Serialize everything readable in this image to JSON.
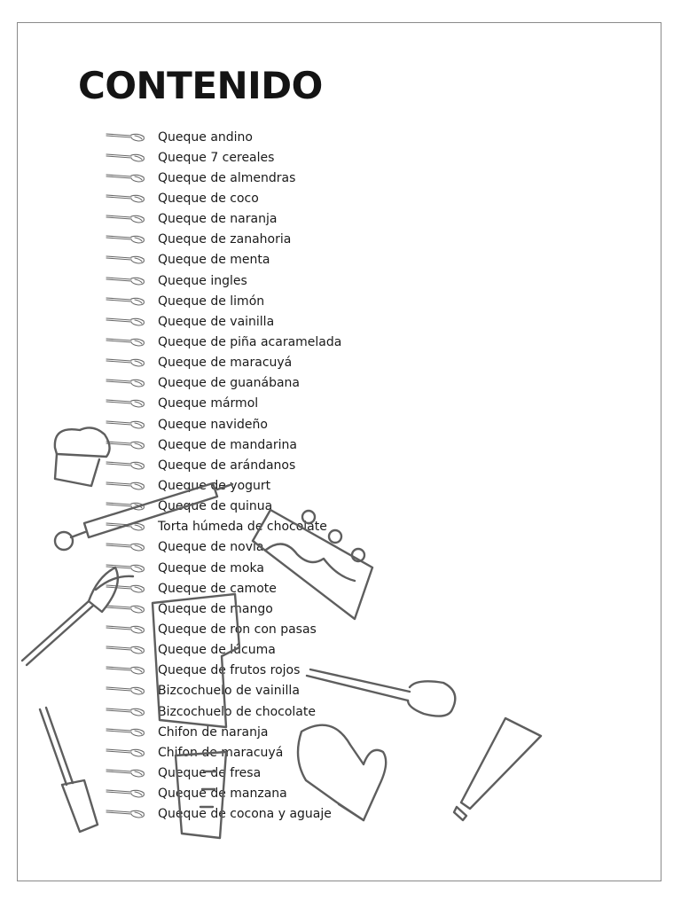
{
  "title": "CONTENIDO",
  "items": [
    "Queque andino",
    "Queque 7 cereales",
    "Queque de almendras",
    "Queque de coco",
    "Queque de naranja",
    "Queque de zanahoria",
    "Queque de menta",
    "Queque ingles",
    "Queque de limón",
    "Queque de vainilla",
    "Queque de piña acaramelada",
    "Queque de maracuyá",
    "Queque de guanábana",
    "Queque mármol",
    "Queque navideño",
    "Queque de mandarina",
    "Queque de arándanos",
    "Queque de yogurt",
    "Queque de quinua",
    "Torta húmeda de chocolate",
    "Queque de novia",
    "Queque de moka",
    "Queque de camote",
    "Queque de mango",
    "Queque de ron con pasas",
    "Queque de lúcuma",
    "Queque de frutos rojos",
    "Bizcochuelo de vainilla",
    "Bizcochuelo de chocolate",
    "Chifon de naranja",
    "Chifon de maracuyá",
    "Queque de fresa",
    "Queque de manzana",
    "Queque de cocona y aguaje"
  ],
  "bullet_icon": "whisk-icon",
  "decorations": [
    "cupcake-icon",
    "rolling-pin-icon",
    "whisk-icon",
    "cake-slice-icon",
    "measuring-cup-icon",
    "spatula-icon",
    "oven-mitt-icon",
    "piping-bag-icon"
  ]
}
